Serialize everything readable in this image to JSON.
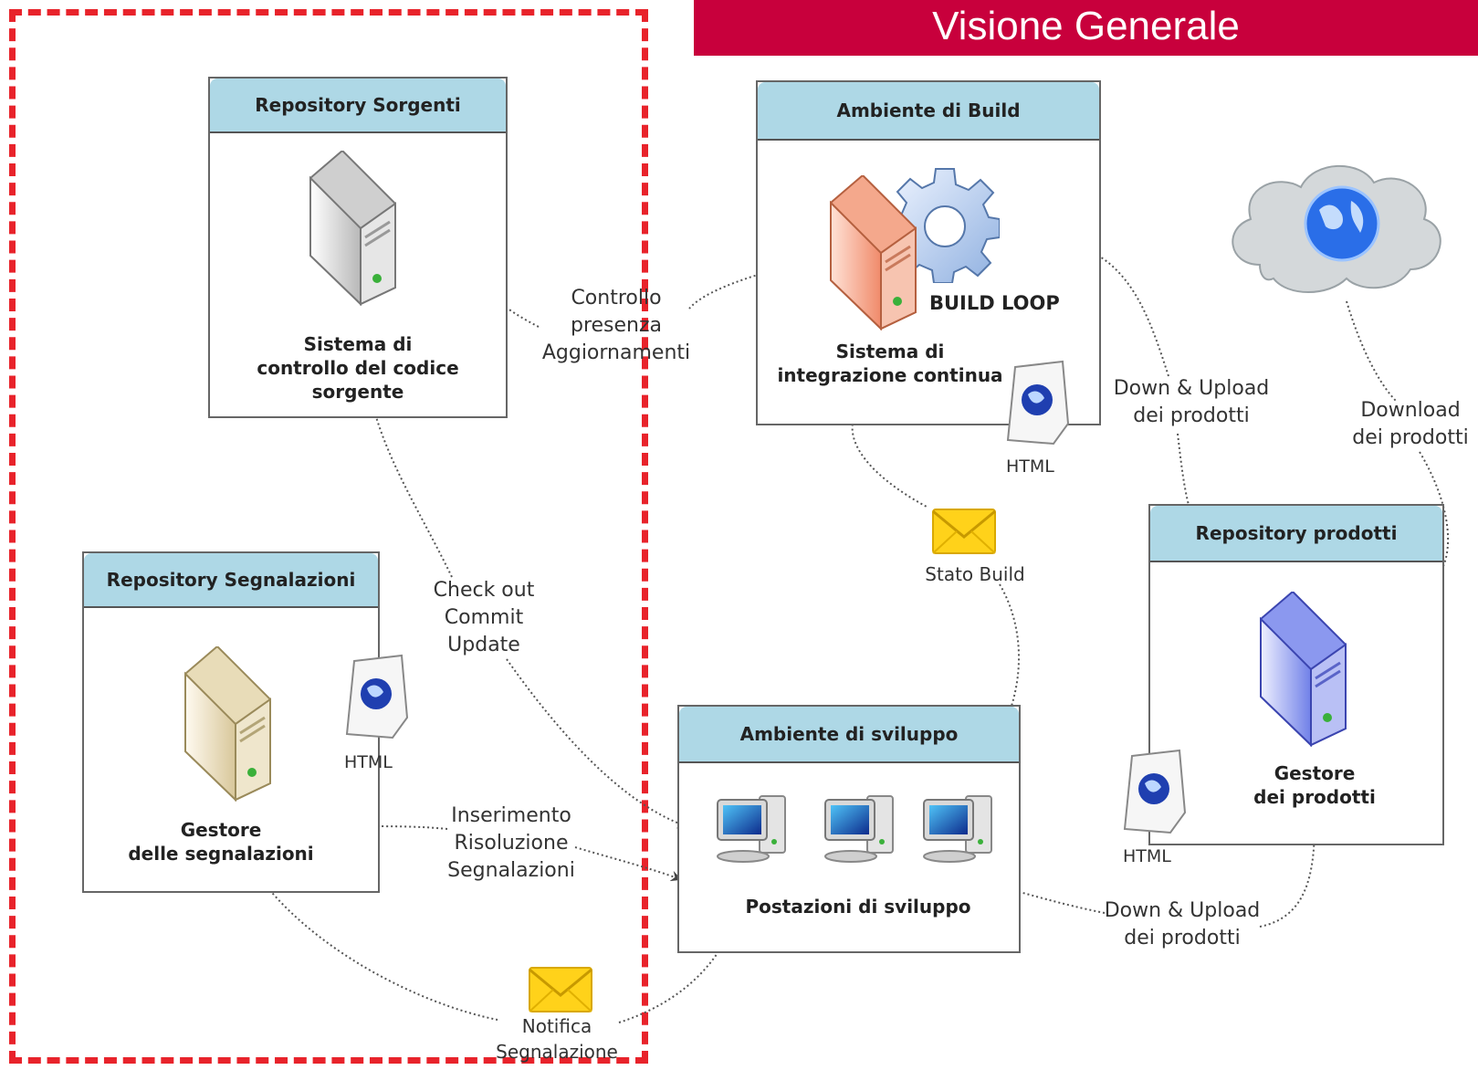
{
  "title": "Visione Generale",
  "boxes": {
    "repo_sorgenti": {
      "header": "Repository Sorgenti",
      "label": "Sistema di\ncontrollo del codice sorgente"
    },
    "ambiente_build": {
      "header": "Ambiente di Build",
      "label": "Sistema di\nintegrazione continua",
      "build_loop": "BUILD LOOP"
    },
    "repo_segnalazioni": {
      "header": "Repository Segnalazioni",
      "label": "Gestore\ndelle segnalazioni"
    },
    "ambiente_sviluppo": {
      "header": "Ambiente di sviluppo",
      "label": "Postazioni di sviluppo"
    },
    "repo_prodotti": {
      "header": "Repository prodotti",
      "label": "Gestore\ndei prodotti"
    }
  },
  "connectors": {
    "controllo": "Controllo\npresenza\nAggiornamenti",
    "checkout": "Check out\nCommit\nUpdate",
    "inserimento": "Inserimento\nRisoluzione\nSegnalazioni",
    "down_up_build": "Down & Upload\ndei prodotti",
    "download": "Download\ndei prodotti",
    "down_up_dev": "Down & Upload\ndei prodotti",
    "stato_build": "Stato Build",
    "notifica": "Notifica\nSegnalazione"
  },
  "html_badges": {
    "segnalazioni": "HTML",
    "build": "HTML",
    "prodotti": "HTML"
  },
  "colors": {
    "banner": "#c8003c",
    "frame": "#e8232b",
    "header": "#aed8e6"
  }
}
